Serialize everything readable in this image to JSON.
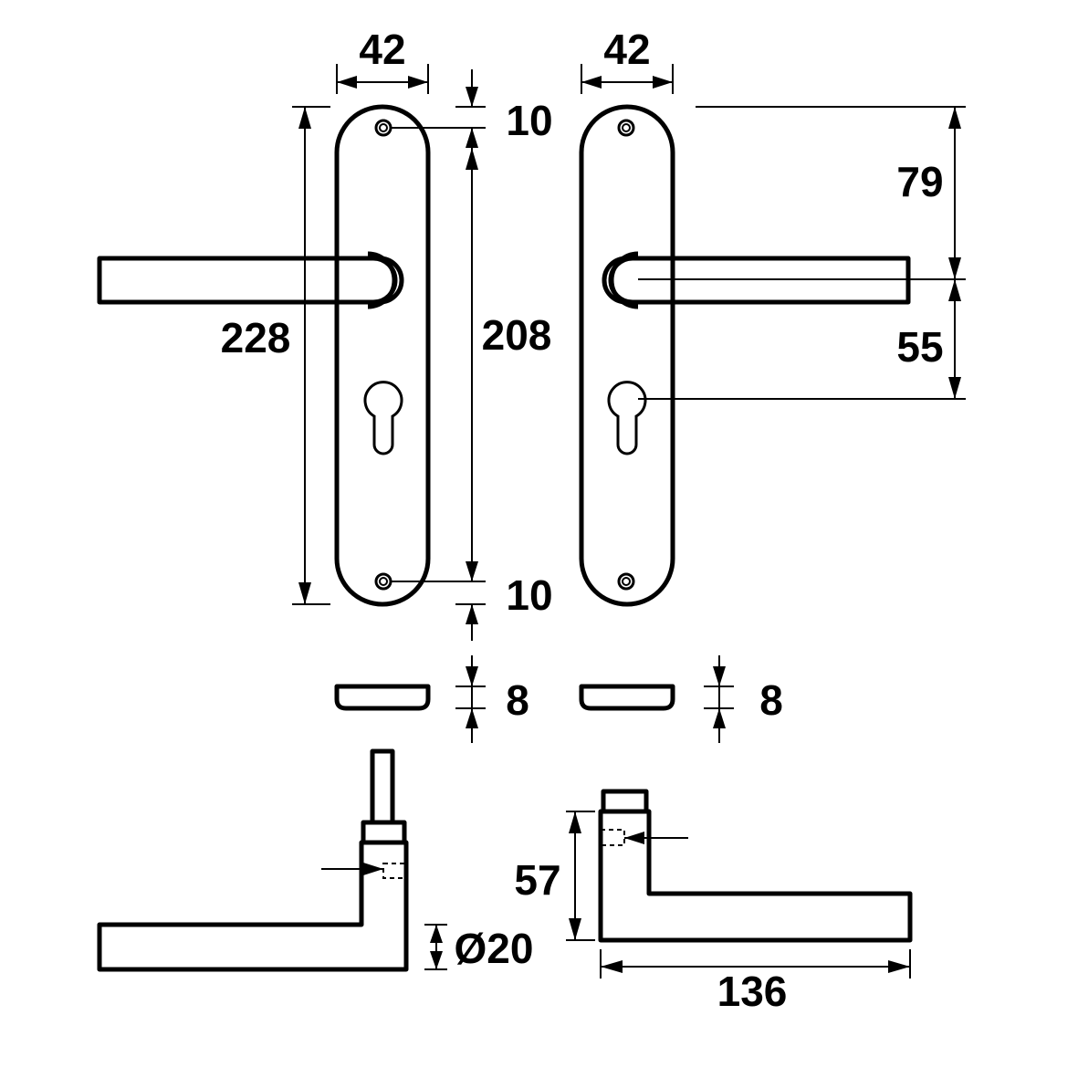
{
  "dimensions": {
    "plate_width_left": "42",
    "plate_width_right": "42",
    "screw_top_offset": "10",
    "screw_bottom_offset": "10",
    "screw_spacing": "208",
    "overall_height": "228",
    "top_to_lever": "79",
    "lever_to_keyhole": "55",
    "plate_thickness_left": "8",
    "plate_thickness_right": "8",
    "lever_diameter": "Ø20",
    "lever_height": "57",
    "lever_length": "136"
  }
}
